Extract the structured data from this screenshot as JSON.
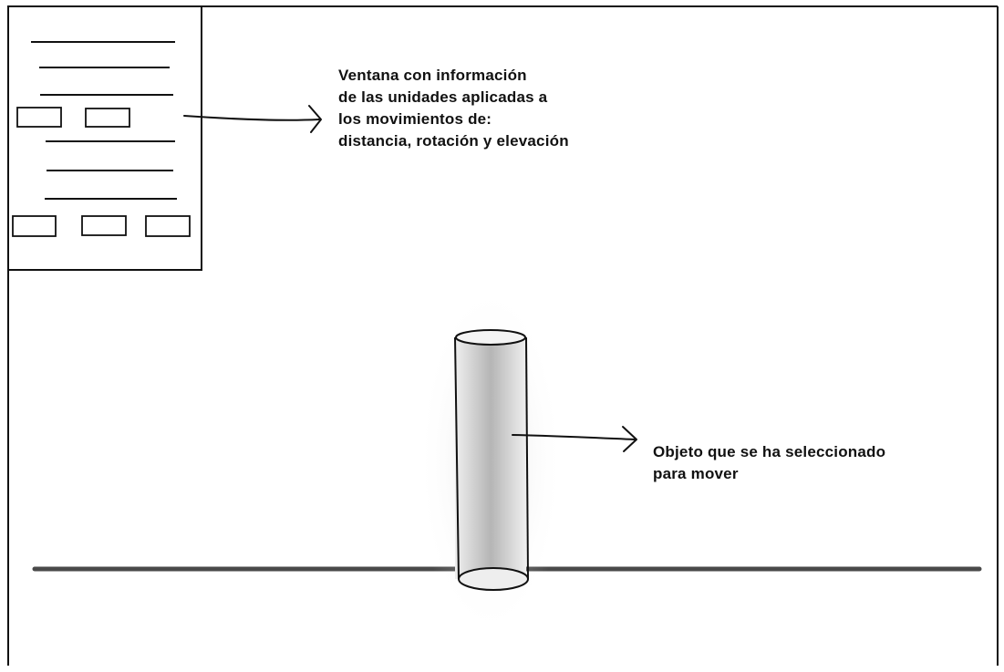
{
  "annotations": {
    "window_info": [
      "Ventana con información",
      "de las unidades aplicadas a",
      "los movimientos de:",
      "distancia, rotación y elevación"
    ],
    "selected_object": [
      "Objeto que se ha seleccionado",
      "para mover"
    ]
  },
  "icons": {
    "panel": "info-window-icon",
    "object": "cylinder-object-icon",
    "ground": "ground-line"
  },
  "colors": {
    "stroke": "#111111",
    "ground": "#555555",
    "cylinder_fill": "#b5b5b5",
    "background": "#ffffff"
  }
}
